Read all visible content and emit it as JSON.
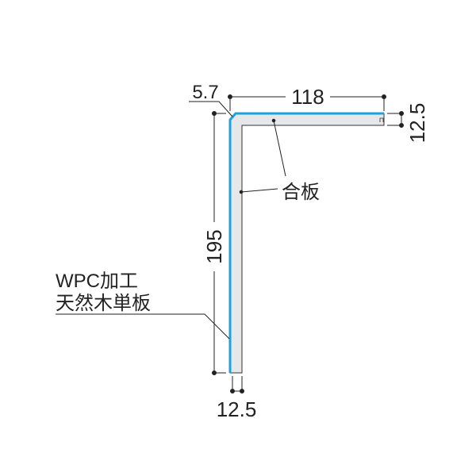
{
  "dimensions": {
    "top_length": "118",
    "chamfer": "5.7",
    "right_thickness": "12.5",
    "height": "195",
    "bottom_thickness": "12.5"
  },
  "labels": {
    "core": "合板",
    "surface_line1": "WPC加工",
    "surface_line2": "天然木単板"
  },
  "colors": {
    "surface": "#1aa3dc",
    "core": "#e6e7e8"
  }
}
